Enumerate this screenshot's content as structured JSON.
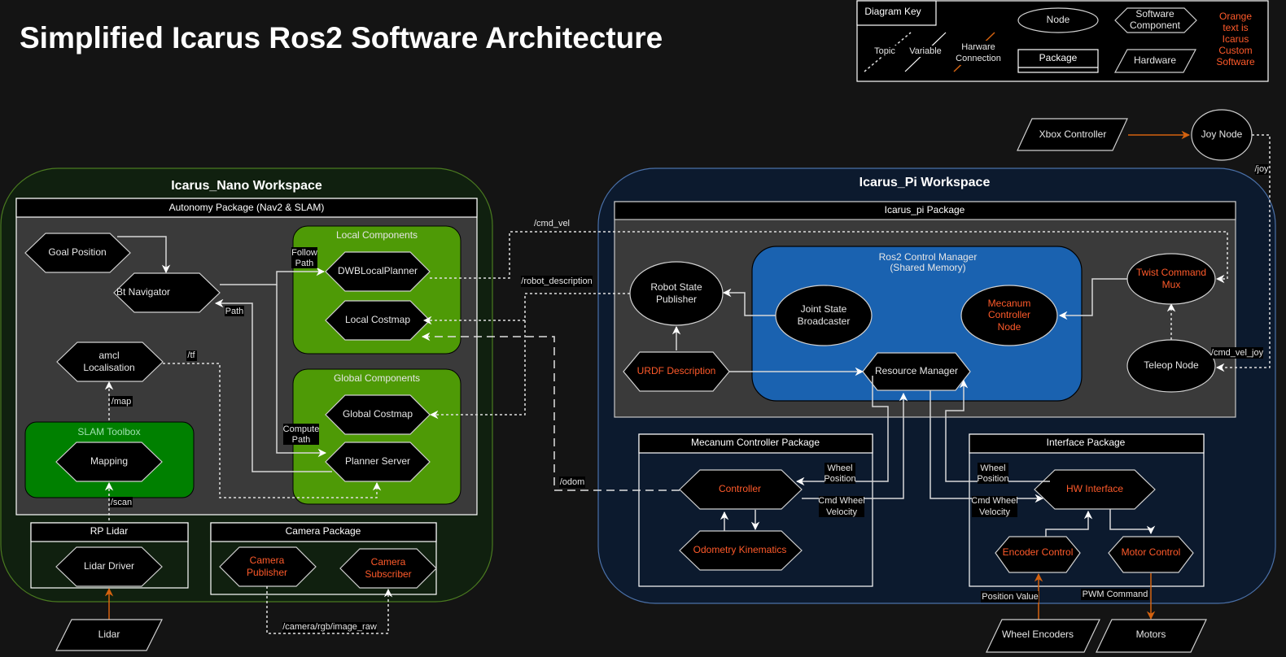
{
  "title": "Simplified Icarus Ros2 Software Architecture",
  "key": {
    "title": "Diagram Key",
    "topic": "Topic",
    "variable": "Variable",
    "hardware_connection": [
      "Harware",
      "Connection"
    ],
    "node": "Node",
    "software_component": [
      "Software",
      "Component"
    ],
    "package": "Package",
    "hardware": "Hardware",
    "orange_note": [
      "Orange",
      "text is",
      "Icarus",
      "Custom",
      "Software"
    ]
  },
  "colors": {
    "background": "#141414",
    "nano_workspace": "#10200f",
    "pi_workspace": "#0c1a2e",
    "package_body": "#3a3a3a",
    "local_global_components": "#4e9a06",
    "slam_toolbox": "#008000",
    "control_manager": "#1a62b0",
    "custom_software_text": "#ff5a2a",
    "hardware_connection": "#d4620f"
  },
  "nano": {
    "workspace": "Icarus_Nano Workspace",
    "autonomy_package": "Autonomy Package (Nav2 & SLAM)",
    "goal_position": "Goal Position",
    "bt_navigator": "Bt Navigator",
    "amcl": [
      "amcl",
      "Localisation"
    ],
    "slam_toolbox": "SLAM Toolbox",
    "mapping": "Mapping",
    "local_components": "Local Components",
    "dwb_local_planner": "DWBLocalPlanner",
    "local_costmap": "Local Costmap",
    "global_components": "Global Components",
    "global_costmap": "Global Costmap",
    "planner_server": "Planner Server",
    "rp_lidar_package": "RP Lidar",
    "lidar_driver": "Lidar Driver",
    "camera_package": "Camera Package",
    "camera_publisher": [
      "Camera",
      "Publisher"
    ],
    "camera_subscriber": [
      "Camera",
      "Subscriber"
    ],
    "lidar_hw": "Lidar"
  },
  "pi": {
    "workspace": "Icarus_Pi Workspace",
    "icarus_pi_package": "Icarus_pi Package",
    "control_manager": [
      "Ros2 Control Manager",
      "(Shared Memory)"
    ],
    "robot_state_publisher": [
      "Robot State",
      "Publisher"
    ],
    "joint_state_broadcaster": [
      "Joint State",
      "Broadcaster"
    ],
    "mecanum_controller_node": [
      "Mecanum",
      "Controller",
      "Node"
    ],
    "resource_manager": "Resource Manager",
    "urdf_description": "URDF Description",
    "twist_command_mux": [
      "Twist Command",
      "Mux"
    ],
    "teleop_node": "Teleop Node",
    "mecanum_controller_package": "Mecanum Controller Package",
    "controller": "Controller",
    "odometry_kinematics": "Odometry Kinematics",
    "interface_package": "Interface Package",
    "hw_interface": "HW Interface",
    "encoder_control": "Encoder Control",
    "motor_control": "Motor Control",
    "wheel_encoders": "Wheel Encoders",
    "motors": "Motors",
    "xbox_controller": "Xbox Controller",
    "joy_node": "Joy Node"
  },
  "labels": {
    "path": "Path",
    "follow_path": [
      "Follow",
      "Path"
    ],
    "compute_path": [
      "Compute",
      "Path"
    ],
    "tf": "/tf",
    "map": "/map",
    "scan": "/scan",
    "cmd_vel": "/cmd_vel",
    "robot_description": "/robot_description",
    "odom": "/odom",
    "camera_topic": "/camera/rgb/image_raw",
    "joy": "/joy",
    "cmd_vel_joy": "/cmd_vel_joy",
    "wheel_position": [
      "Wheel",
      "Position"
    ],
    "cmd_wheel_velocity": [
      "Cmd Wheel",
      "Velocity"
    ],
    "position_value": "Position Value",
    "pwm_command": "PWM Command"
  }
}
